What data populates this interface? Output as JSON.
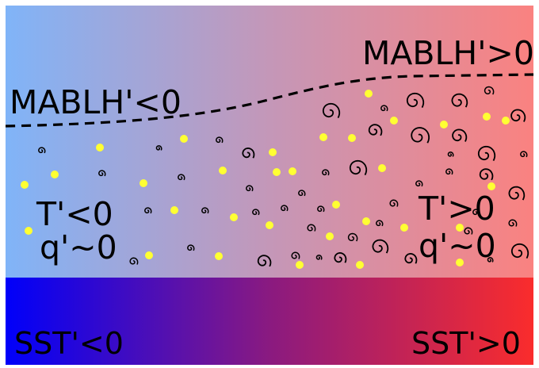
{
  "labels": {
    "mablh_neg": "MABLH'<0",
    "mablh_pos": "MABLH'>0",
    "t_neg": "T'<0",
    "q_neg": "q'~0",
    "t_pos": "T'>0",
    "q_pos": "q'~0",
    "sst_neg": "SST'<0",
    "sst_pos": "SST'>0"
  },
  "colors": {
    "atmos_left": "#80b4f8",
    "atmos_mid": "#c497b8",
    "atmos_right": "#fa8280",
    "sst_left": "#0000fa",
    "sst_mid": "#8a1a80",
    "sst_right": "#fa2c2c",
    "dot": "#ffff33",
    "dashed_line": "#000000"
  },
  "icons": {
    "eddy": "spiral-eddy-icon",
    "particle": "yellow-dot-icon"
  }
}
